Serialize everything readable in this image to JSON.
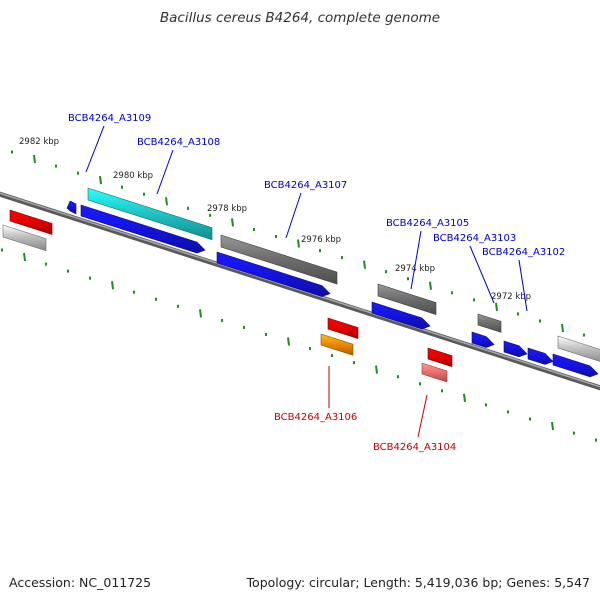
{
  "title": "Bacillus cereus B4264, complete genome",
  "footer": {
    "accession_label": "Accession:",
    "accession": "NC_011725",
    "topology_label": "Topology:",
    "topology": "circular",
    "length_label": "Length:",
    "length": "5,419,036 bp",
    "genes_label": "Genes:",
    "genes": "5,547"
  },
  "colors": {
    "forward_gene": "#1414e6",
    "reverse_gene": "#e60000",
    "highlight_gene": "#20c8c8",
    "pseudo_gene": "#707070",
    "light_gene": "#c0c0c0",
    "orange_gene": "#f08c00",
    "pink_gene": "#f07070",
    "tick": "#1e8c1e",
    "forward_label": "#0000c0",
    "reverse_label": "#c00000"
  },
  "ruler": {
    "labels": [
      "2982 kbp",
      "2980 kbp",
      "2978 kbp",
      "2976 kbp",
      "2974 kbp",
      "2972 kbp"
    ]
  },
  "genes": [
    {
      "id": "g1",
      "label": "",
      "strand": "reverse",
      "color": "reverse_gene"
    },
    {
      "id": "g2",
      "label": "",
      "strand": "reverse",
      "color": "light_gene"
    },
    {
      "id": "g3",
      "label": "",
      "strand": "forward",
      "color": "forward_gene"
    },
    {
      "id": "g4",
      "label": "BCB4264_A3109",
      "strand": "forward",
      "color": "highlight_gene"
    },
    {
      "id": "g5",
      "label": "BCB4264_A3108",
      "strand": "forward",
      "color": "forward_gene"
    },
    {
      "id": "g6",
      "label": "",
      "strand": "forward",
      "color": "pseudo_gene"
    },
    {
      "id": "g7",
      "label": "BCB4264_A3107",
      "strand": "forward",
      "color": "forward_gene"
    },
    {
      "id": "g8",
      "label": "",
      "strand": "reverse",
      "color": "reverse_gene"
    },
    {
      "id": "g9",
      "label": "BCB4264_A3106",
      "strand": "reverse",
      "color": "orange_gene"
    },
    {
      "id": "g10",
      "label": "",
      "strand": "forward",
      "color": "pseudo_gene"
    },
    {
      "id": "g11",
      "label": "BCB4264_A3105",
      "strand": "forward",
      "color": "forward_gene"
    },
    {
      "id": "g12",
      "label": "",
      "strand": "reverse",
      "color": "reverse_gene"
    },
    {
      "id": "g13",
      "label": "BCB4264_A3104",
      "strand": "reverse",
      "color": "pink_gene"
    },
    {
      "id": "g14",
      "label": "",
      "strand": "forward",
      "color": "pseudo_gene"
    },
    {
      "id": "g15",
      "label": "BCB4264_A3103",
      "strand": "forward",
      "color": "forward_gene"
    },
    {
      "id": "g16",
      "label": "BCB4264_A3102",
      "strand": "forward",
      "color": "forward_gene"
    },
    {
      "id": "g17",
      "label": "",
      "strand": "forward",
      "color": "forward_gene"
    },
    {
      "id": "g18",
      "label": "",
      "strand": "forward",
      "color": "light_gene"
    },
    {
      "id": "g19",
      "label": "",
      "strand": "forward",
      "color": "forward_gene"
    }
  ]
}
